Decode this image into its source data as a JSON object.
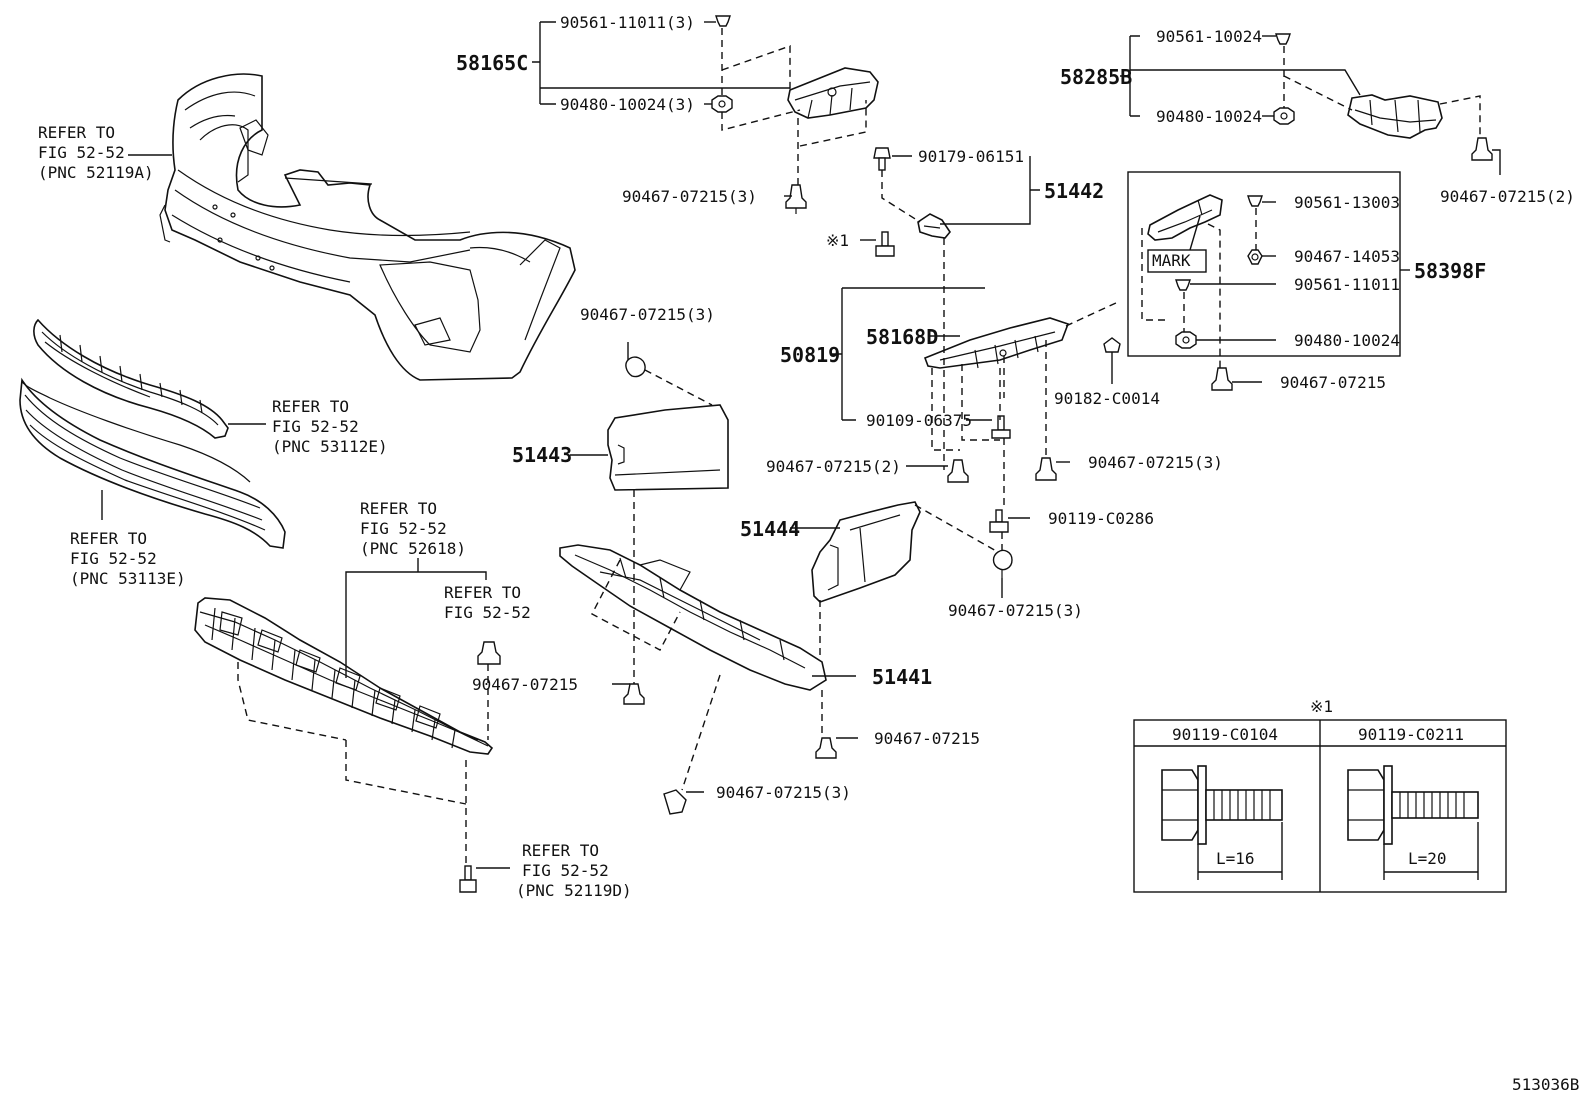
{
  "labels": {
    "l_58165c": "58165C",
    "l_90561_11011_3": "90561-11011(3)",
    "l_90480_10024_3": "90480-10024(3)",
    "l_90467_07215_3_a": "90467-07215(3)",
    "l_58285b": "58285B",
    "l_90561_10024": "90561-10024",
    "l_90480_10024_a": "90480-10024",
    "l_90467_07215_2_a": "90467-07215(2)",
    "l_refer_52119a_1": "REFER TO",
    "l_refer_52119a_2": "FIG 52-52",
    "l_refer_52119a_3": "(PNC 52119A)",
    "l_90179_06151": "90179-06151",
    "l_51442": "51442",
    "l_note1_bolt": "※1",
    "l_90561_13003": "90561-13003",
    "l_90467_14053": "90467-14053",
    "l_mark": "MARK",
    "l_90561_11011": "90561-11011",
    "l_58398f": "58398F",
    "l_90480_10024_b": "90480-10024",
    "l_90467_07215_b": "90467-07215",
    "l_90467_07215_3_b": "90467-07215(3)",
    "l_50819": "50819",
    "l_58168d": "58168D",
    "l_90182_c0014": "90182-C0014",
    "l_90109_06375": "90109-06375",
    "l_refer_53112e_1": "REFER TO",
    "l_refer_53112e_2": "FIG 52-52",
    "l_refer_53112e_3": "(PNC 53112E)",
    "l_51443": "51443",
    "l_90467_07215_2_b": "90467-07215(2)",
    "l_90467_07215_3_c": "90467-07215(3)",
    "l_90119_c0286": "90119-C0286",
    "l_refer_52618_1": "REFER TO",
    "l_refer_52618_2": "FIG 52-52",
    "l_refer_52618_3": "(PNC 52618)",
    "l_refer_53113e_1": "REFER TO",
    "l_refer_53113e_2": "FIG 52-52",
    "l_refer_53113e_3": "(PNC 53113E)",
    "l_51444": "51444",
    "l_refer_fig_1": "REFER TO",
    "l_refer_fig_2": "FIG 52-52",
    "l_90467_07215_3_d": "90467-07215(3)",
    "l_90467_07215_c": "90467-07215",
    "l_51441": "51441",
    "l_90467_07215_d": "90467-07215",
    "l_90467_07215_3_e": "90467-07215(3)",
    "l_refer_52119d_1": "REFER TO",
    "l_refer_52119d_2": "FIG 52-52",
    "l_refer_52119d_3": "(PNC 52119D)",
    "l_diagram_id": "513036B"
  },
  "note_table": {
    "title": "※1",
    "columns": [
      "90119-C0104",
      "90119-C0211"
    ],
    "lengths": [
      "L=16",
      "L=20"
    ]
  }
}
